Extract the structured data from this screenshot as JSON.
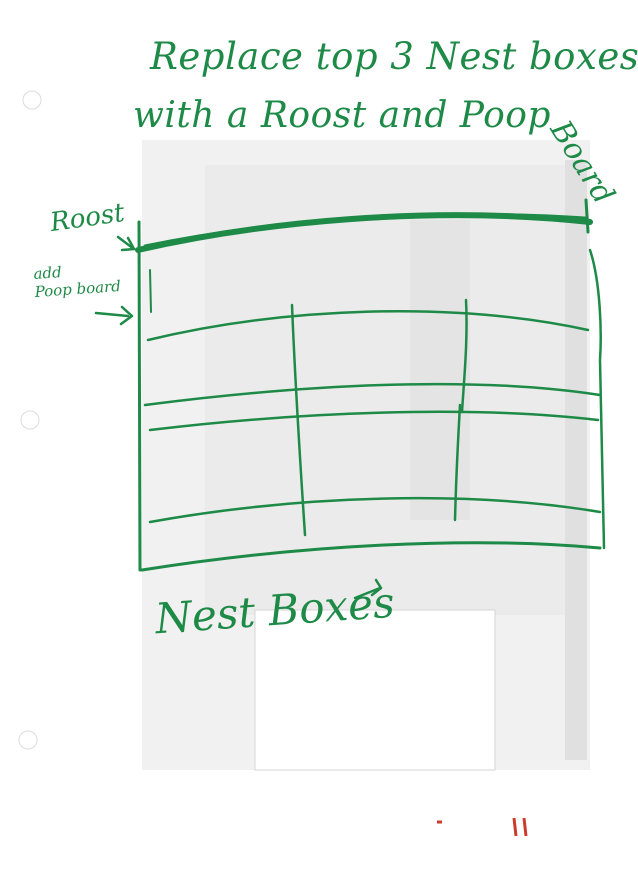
{
  "header": {
    "title_line1": "Replace top 3 Nest boxes",
    "title_line2": "with a Roost and Poop",
    "title_tail": "Board"
  },
  "labels": {
    "roost": "Roost",
    "poop_board": "add\nPoop board",
    "nest_boxes": "Nest Boxes"
  },
  "colors": {
    "ink": "#1e8a47",
    "paper": "#ffffff",
    "ghost_scan": "#e6e6e6"
  }
}
